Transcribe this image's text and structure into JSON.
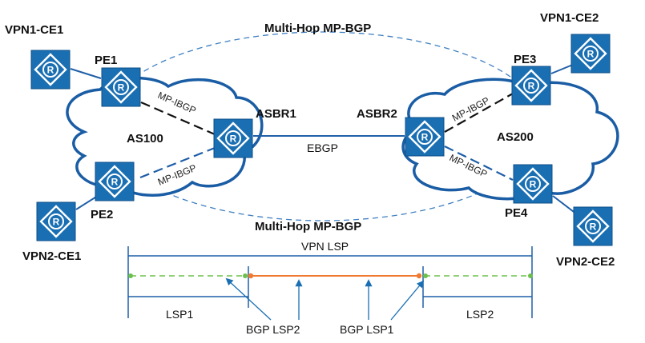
{
  "title_top": "Multi-Hop MP-BGP",
  "title_bottom": "Multi-Hop MP-BGP",
  "as_left": "AS100",
  "as_right": "AS200",
  "ebgp": "EBGP",
  "routers": {
    "vpn1_ce1": "VPN1-CE1",
    "vpn2_ce1": "VPN2-CE1",
    "vpn1_ce2": "VPN1-CE2",
    "vpn2_ce2": "VPN2-CE2",
    "pe1": "PE1",
    "pe2": "PE2",
    "pe3": "PE3",
    "pe4": "PE4",
    "asbr1": "ASBR1",
    "asbr2": "ASBR2"
  },
  "links": {
    "mp_ibgp_1": "MP-IBGP",
    "mp_ibgp_2": "MP-IBGP",
    "mp_ibgp_3": "MP-IBGP",
    "mp_ibgp_4": "MP-IBGP"
  },
  "lsp": {
    "vpn_lsp": "VPN LSP",
    "lsp1": "LSP1",
    "lsp2": "LSP2",
    "bgp_lsp2": "BGP LSP2",
    "bgp_lsp1": "BGP LSP1"
  },
  "colors": {
    "router_fill": "#1a6fb3",
    "cloud_stroke": "#1a5da5",
    "dashed_blue": "#3f7fc1",
    "lsp_green": "#6cc04a",
    "lsp_orange": "#f07a33"
  }
}
